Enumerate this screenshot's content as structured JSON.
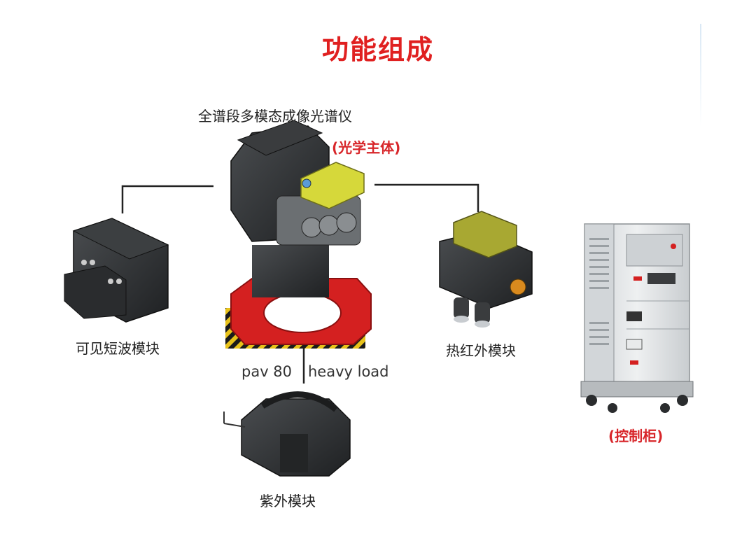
{
  "title": "功能组成",
  "main": {
    "name": "全谱段多模态成像光谱仪",
    "sub": "(光学主体)"
  },
  "modules": {
    "visible_swir": "可见短波模块",
    "thermal_ir": "热红外模块",
    "uv": "紫外模块"
  },
  "mount": {
    "left": "pav 80",
    "right": "heavy load"
  },
  "cabinet": {
    "label": "(控制柜)"
  },
  "colors": {
    "title": "#e02020",
    "accent": "#d8262a",
    "base_red": "#d42020",
    "module_yellow": "#d6d83a",
    "body_dark": "#2d2f31",
    "cabinet": "#e4e6e8"
  }
}
